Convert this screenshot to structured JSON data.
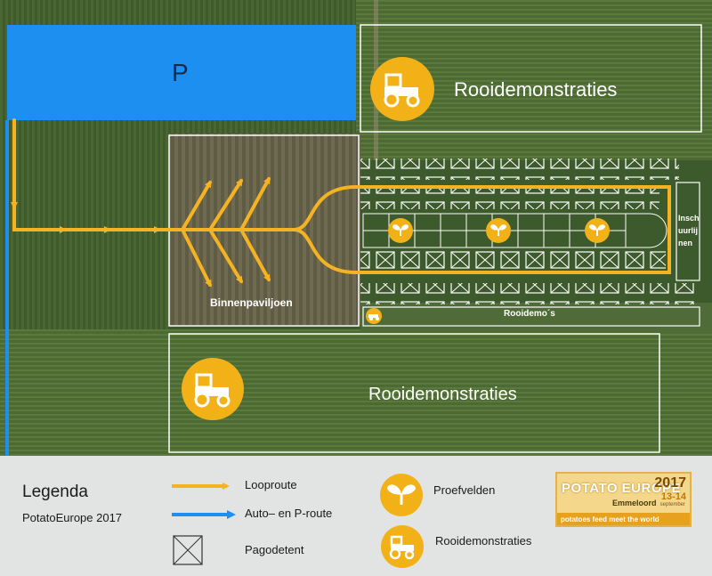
{
  "map": {
    "parking_label": "P",
    "rooi_top": "Rooidemonstraties",
    "rooi_bottom": "Rooidemonstraties",
    "rooi_small": "Rooidemo´s",
    "pavilion": "Binnenpaviljoen",
    "inschrijving": "Insch\nuurlij\nnen"
  },
  "legend": {
    "title": "Legenda",
    "subtitle": "PotatoEurope 2017",
    "items": [
      {
        "label": "Looproute",
        "color": "#f5b323"
      },
      {
        "label": "Auto– en P-route",
        "color": "#1d8ff0"
      },
      {
        "label": "Pagodetent"
      },
      {
        "label": "Proefvelden"
      },
      {
        "label": "Rooidemonstraties"
      }
    ]
  },
  "logo": {
    "name": "POTATO EUROPE",
    "place": "Emmeloord",
    "year": "2017",
    "dates": "13-14",
    "month": "september",
    "slogan": "potatoes feed meet the world"
  },
  "colors": {
    "parking": "#1d8ff0",
    "route": "#f5b323",
    "icon": "#f2b116",
    "outline": "#ffffff"
  },
  "icons": [
    "tractor-icon",
    "sprout-icon",
    "pagoda-tent-icon"
  ]
}
